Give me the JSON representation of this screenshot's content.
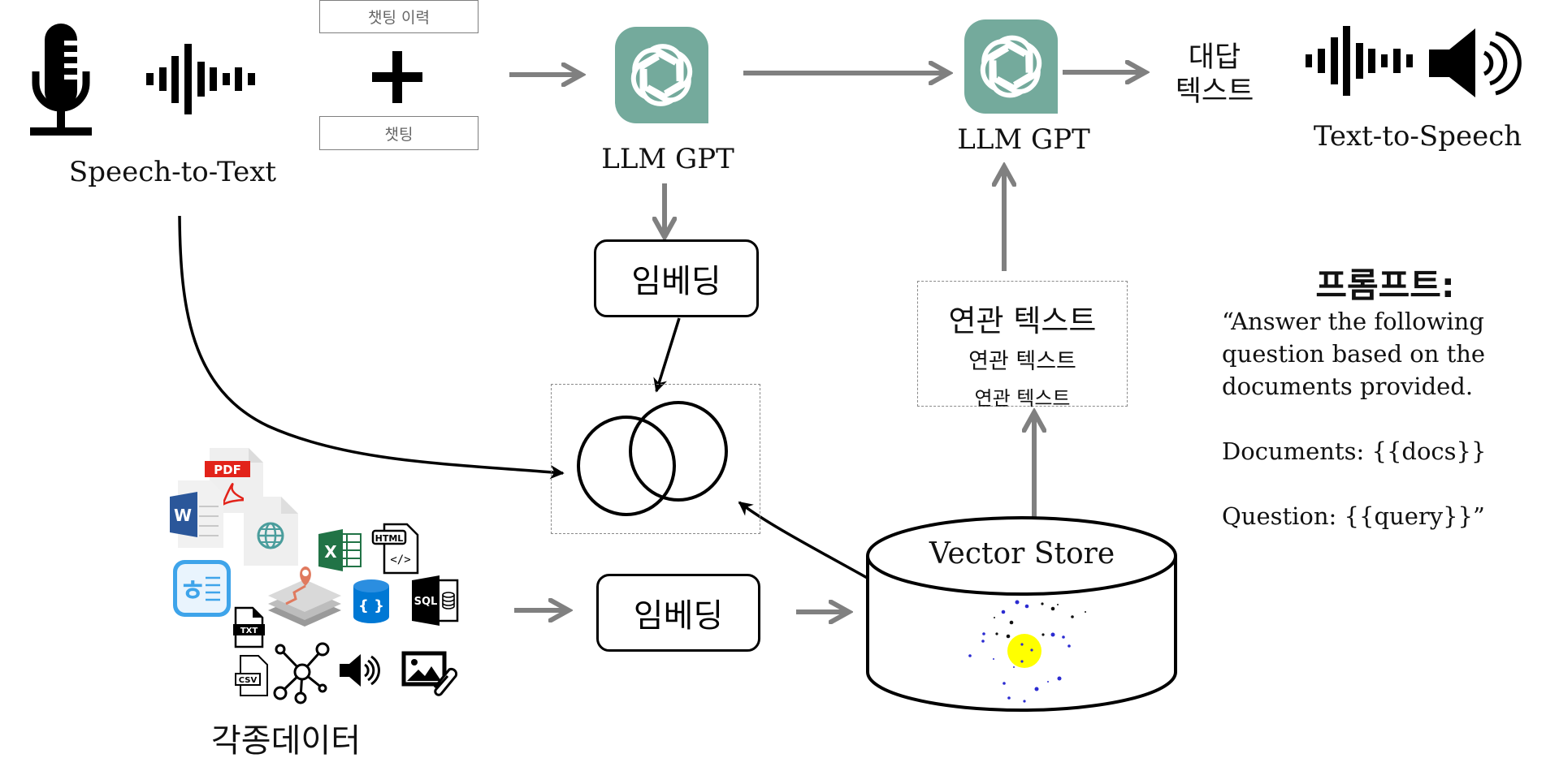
{
  "stt": {
    "label": "Speech-to-Text",
    "icons": [
      "microphone-icon",
      "sound-wave-icon"
    ]
  },
  "chat_inputs": {
    "history_label": "챗팅 이력",
    "plus_symbol": "+",
    "chat_label": "챗팅"
  },
  "llm_1": {
    "label": "LLM GPT",
    "icon": "openai-logo-icon"
  },
  "llm_2": {
    "label": "LLM GPT",
    "icon": "openai-logo-icon"
  },
  "answer_text": {
    "line1": "대답",
    "line2": "텍스트"
  },
  "tts": {
    "label": "Text-to-Speech",
    "icons": [
      "sound-wave-icon",
      "speaker-icon"
    ]
  },
  "embedding_top": {
    "label": "임베딩"
  },
  "embedding_bottom": {
    "label": "임베딩"
  },
  "similarity": {
    "icon": "venn-diagram-icon"
  },
  "related_text": {
    "items": [
      "연관 텍스트",
      "연관 텍스트",
      "연관 텍스트"
    ]
  },
  "vector_store": {
    "label": "Vector Store"
  },
  "data_sources": {
    "label": "각종데이터",
    "icons": [
      {
        "name": "pdf-file-icon",
        "badge": "PDF"
      },
      {
        "name": "word-file-icon",
        "badge": "W"
      },
      {
        "name": "web-file-icon",
        "badge": ""
      },
      {
        "name": "hwp-file-icon",
        "badge": ""
      },
      {
        "name": "excel-file-icon",
        "badge": "X"
      },
      {
        "name": "html-file-icon",
        "badge": "HTML"
      },
      {
        "name": "map-layers-icon",
        "badge": ""
      },
      {
        "name": "json-database-icon",
        "badge": "{ }"
      },
      {
        "name": "sql-database-icon",
        "badge": "SQL"
      },
      {
        "name": "txt-file-icon",
        "badge": "TXT"
      },
      {
        "name": "csv-file-icon",
        "badge": "CSV"
      },
      {
        "name": "network-graph-icon",
        "badge": ""
      },
      {
        "name": "audio-speaker-icon",
        "badge": ""
      },
      {
        "name": "image-attachment-icon",
        "badge": ""
      }
    ]
  },
  "prompt": {
    "title": "프롬프트:",
    "lines": [
      "“Answer the following",
      "question based on the",
      "documents provided.",
      "",
      "Documents: {{docs}}",
      "",
      "Question: {{query}}”"
    ]
  },
  "colors": {
    "gpt_green": "#74aa9c",
    "arrow_gray": "#808080",
    "pdf_red": "#e2231a",
    "word_blue": "#2b579a",
    "excel_green": "#217346",
    "hwp_blue": "#3ea4ea",
    "db_blue": "#0078d4",
    "map_pin": "#e07a5f",
    "vector_highlight": "#ffff00"
  }
}
